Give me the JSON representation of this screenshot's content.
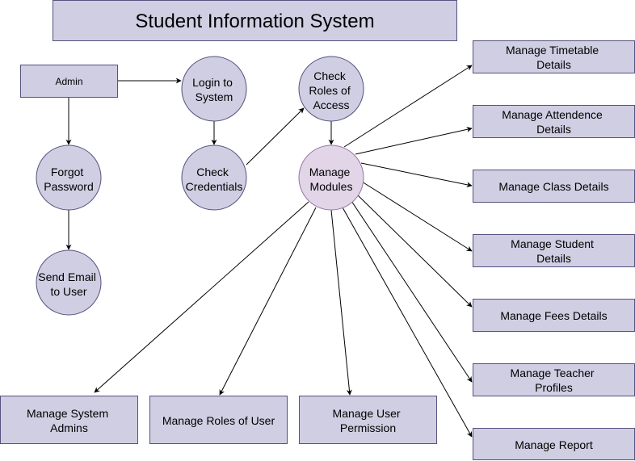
{
  "title": "Student Information System",
  "nodes": {
    "admin": "Admin",
    "login": [
      "Login to",
      "System"
    ],
    "check_roles": [
      "Check",
      "Roles of",
      "Access"
    ],
    "forgot": [
      "Forgot",
      "Password"
    ],
    "check_credentials": [
      "Check",
      "Credentials"
    ],
    "manage_modules": [
      "Manage",
      "Modules"
    ],
    "send_email": [
      "Send Email",
      "to User"
    ],
    "timetable": [
      "Manage Timetable",
      "Details"
    ],
    "attendance": [
      "Manage Attendence",
      "Details"
    ],
    "class": [
      "Manage Class Details"
    ],
    "student": [
      "Manage Student",
      "Details"
    ],
    "fees": [
      "Manage Fees Details"
    ],
    "teacher": [
      "Manage Teacher",
      "Profiles"
    ],
    "report": [
      "Manage Report"
    ],
    "system_admins": [
      "Manage System",
      "Admins"
    ],
    "roles_user": [
      "Manage Roles of User"
    ],
    "user_permission": [
      "Manage User",
      "Permission"
    ]
  },
  "colors": {
    "box_fill": "#d0cee2",
    "box_stroke": "#56517e",
    "modules_fill": "#e1d5e7",
    "modules_stroke": "#9673a6"
  }
}
